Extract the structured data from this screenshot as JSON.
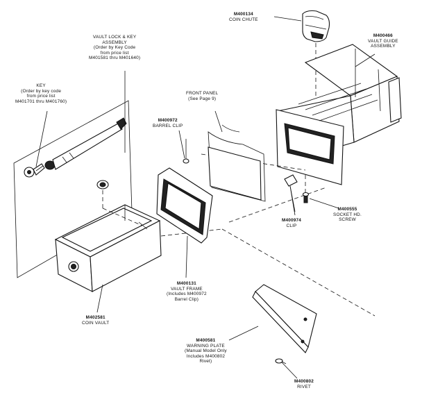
{
  "callouts": {
    "coin_chute": {
      "part": "M400134",
      "name": "COIN CHUTE"
    },
    "vault_guide": {
      "part": "M400466",
      "lines": [
        "VAULT GUIDE",
        "ASSEMBLY"
      ]
    },
    "vault_lock": {
      "lines": [
        "VAULT LOCK & KEY",
        "ASSEMBLY",
        "(Order by Key Code",
        "from price list",
        "M401581 thru M401640)"
      ]
    },
    "key": {
      "lines": [
        "KEY",
        "(Order by key code",
        "from price list",
        "M401701 thru M401760)"
      ]
    },
    "front_panel": {
      "lines": [
        "FRONT PANEL",
        "(See Page 9)"
      ]
    },
    "barrel_clip": {
      "part": "M400972",
      "name": "BARREL CLIP"
    },
    "clip": {
      "part": "M400974",
      "name": "CLIP"
    },
    "socket_screw": {
      "part": "M400555",
      "lines": [
        "SOCKET HD.",
        "SCREW"
      ]
    },
    "vault_frame": {
      "part": "M400131",
      "lines": [
        "VAULT FRAME",
        "(Includes M400972",
        "Barrel Clip)"
      ]
    },
    "coin_vault": {
      "part": "M402581",
      "name": "COIN VAULT"
    },
    "warning_plate": {
      "part": "M400581",
      "lines": [
        "WARNING PLATE",
        "(Manual Model Only",
        "Includes M400802",
        "Rivet)"
      ]
    },
    "rivet": {
      "part": "M400802",
      "name": "RIVET"
    }
  },
  "icons": [
    "coin-chute-icon",
    "vault-guide-assembly-icon",
    "key-icon",
    "lock-cylinder-icon",
    "coin-vault-icon",
    "vault-frame-icon",
    "front-panel-icon",
    "barrel-clip-icon",
    "clip-icon",
    "socket-screw-icon",
    "warning-plate-icon",
    "rivet-icon"
  ]
}
